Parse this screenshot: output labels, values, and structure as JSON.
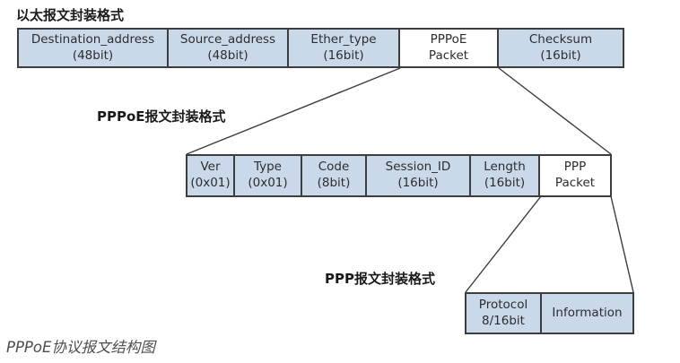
{
  "titles": {
    "ethernet": "以太报文封装格式",
    "pppoe": "PPPoE报文封装格式",
    "ppp": "PPP报文封装格式"
  },
  "caption": "PPPoE协议报文结构图",
  "colors": {
    "field_fill": "#c9d9ea",
    "payload_fill": "#ffffff",
    "border": "#3d3d3d",
    "connector": "#3d3d3d"
  },
  "ethernet_row": {
    "cells": [
      {
        "line1": "Destination_address",
        "line2": "(48bit)"
      },
      {
        "line1": "Source_address",
        "line2": "(48bit)"
      },
      {
        "line1": "Ether_type",
        "line2": "(16bit)"
      },
      {
        "line1": "PPPoE",
        "line2": "Packet"
      },
      {
        "line1": "Checksum",
        "line2": "(16bit)"
      }
    ]
  },
  "pppoe_row": {
    "cells": [
      {
        "line1": "Ver",
        "line2": "(0x01)"
      },
      {
        "line1": "Type",
        "line2": "(0x01)"
      },
      {
        "line1": "Code",
        "line2": "(8bit)"
      },
      {
        "line1": "Session_ID",
        "line2": "(16bit)"
      },
      {
        "line1": "Length",
        "line2": "(16bit)"
      },
      {
        "line1": "PPP",
        "line2": "Packet"
      }
    ]
  },
  "ppp_row": {
    "cells": [
      {
        "line1": "Protocol",
        "line2": "8/16bit"
      },
      {
        "line1": "Information",
        "line2": ""
      }
    ]
  }
}
